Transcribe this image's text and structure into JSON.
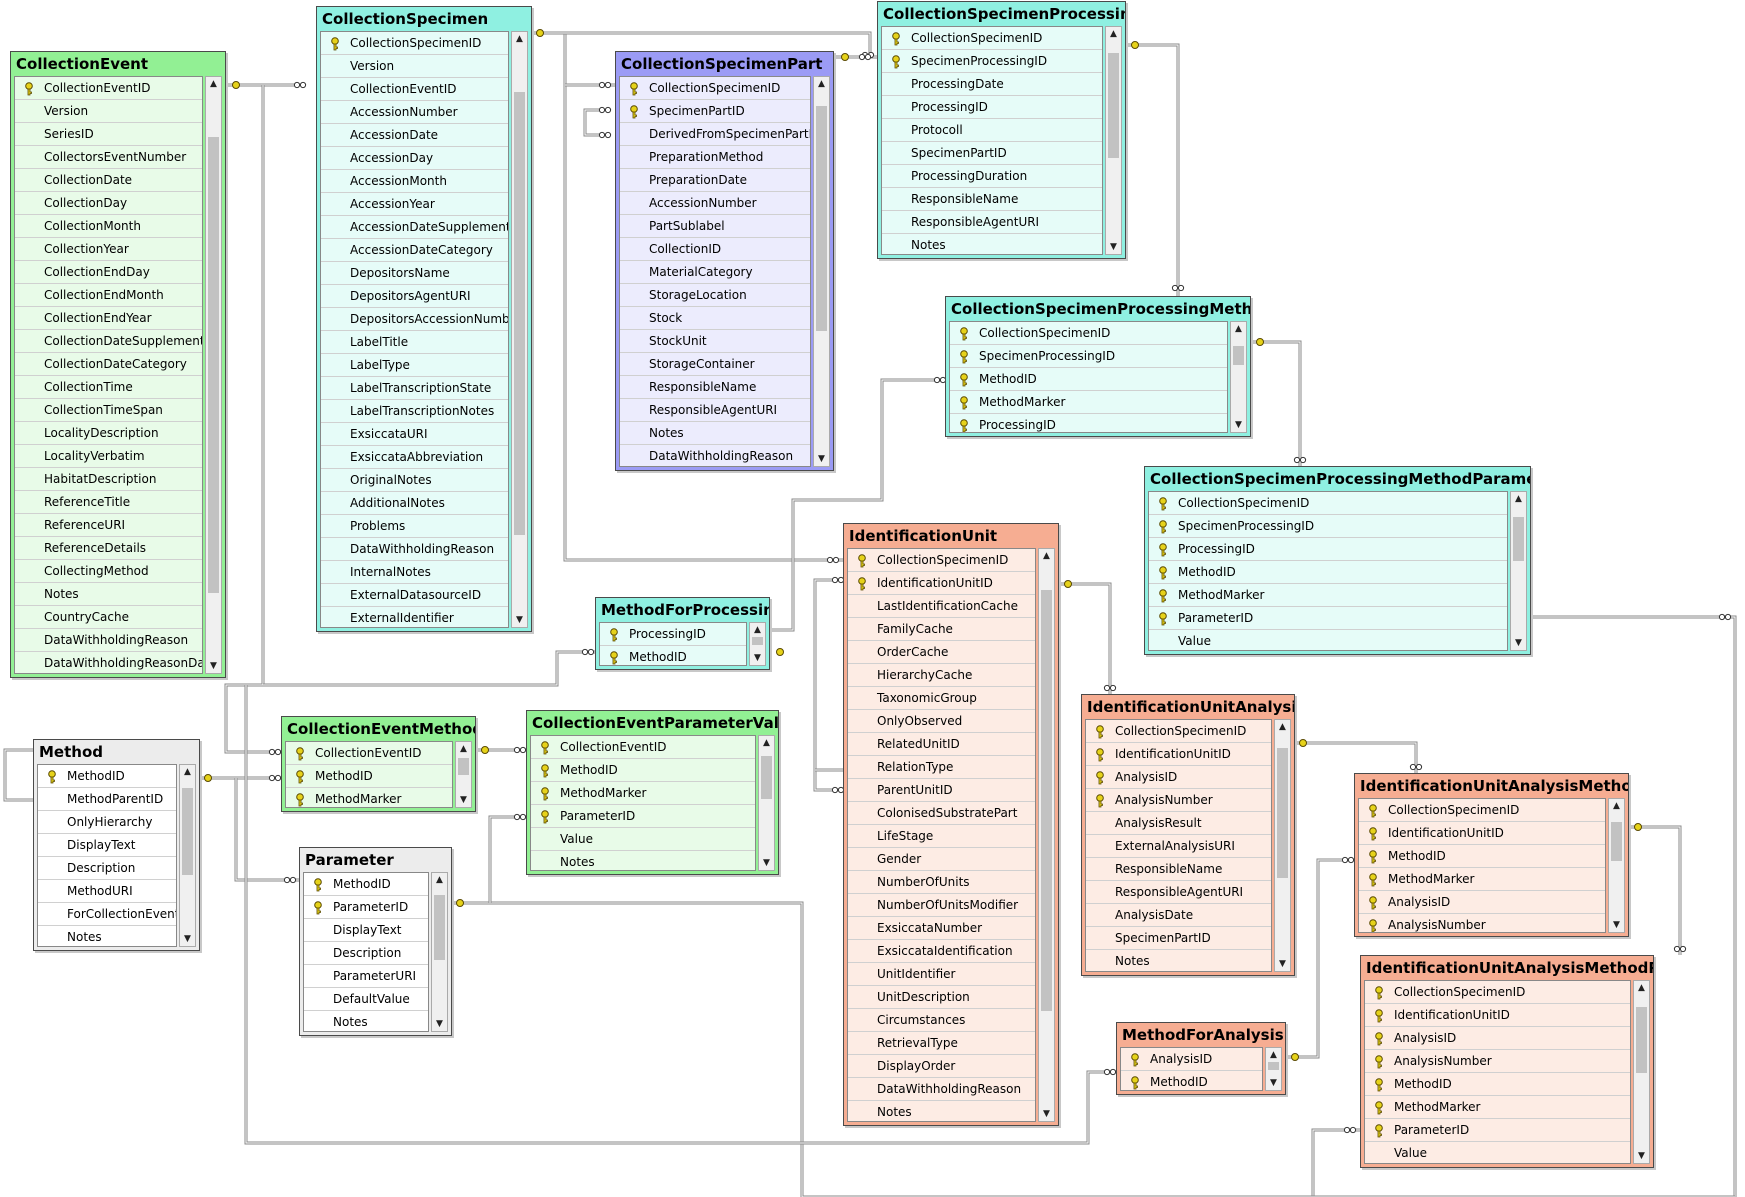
{
  "colors": {
    "green": "#92f094",
    "green_rows": "#e8fbe8",
    "cyan": "#8ff0e1",
    "cyan_rows": "#e6fcf8",
    "purple": "#9b9bf5",
    "purple_rows": "#ececfd",
    "salmon": "#f6ad92",
    "salmon_rows": "#fdece4",
    "gray": "#ececec",
    "gray_rows": "#ffffff",
    "key": "#e6d21a",
    "wire": "#8a8a8a"
  },
  "tables": [
    {
      "id": "CollectionEvent",
      "name": "CollectionEvent",
      "color": "green",
      "fields": [
        {
          "n": "CollectionEventID",
          "k": true
        },
        {
          "n": "Version"
        },
        {
          "n": "SeriesID"
        },
        {
          "n": "CollectorsEventNumber"
        },
        {
          "n": "CollectionDate"
        },
        {
          "n": "CollectionDay"
        },
        {
          "n": "CollectionMonth"
        },
        {
          "n": "CollectionYear"
        },
        {
          "n": "CollectionEndDay"
        },
        {
          "n": "CollectionEndMonth"
        },
        {
          "n": "CollectionEndYear"
        },
        {
          "n": "CollectionDateSupplement"
        },
        {
          "n": "CollectionDateCategory"
        },
        {
          "n": "CollectionTime"
        },
        {
          "n": "CollectionTimeSpan"
        },
        {
          "n": "LocalityDescription"
        },
        {
          "n": "LocalityVerbatim"
        },
        {
          "n": "HabitatDescription"
        },
        {
          "n": "ReferenceTitle"
        },
        {
          "n": "ReferenceURI"
        },
        {
          "n": "ReferenceDetails"
        },
        {
          "n": "CollectingMethod"
        },
        {
          "n": "Notes"
        },
        {
          "n": "CountryCache"
        },
        {
          "n": "DataWithholdingReason"
        },
        {
          "n": "DataWithholdingReasonDate"
        }
      ]
    },
    {
      "id": "CollectionSpecimen",
      "name": "CollectionSpecimen",
      "color": "cyan",
      "fields": [
        {
          "n": "CollectionSpecimenID",
          "k": true
        },
        {
          "n": "Version"
        },
        {
          "n": "CollectionEventID"
        },
        {
          "n": "AccessionNumber"
        },
        {
          "n": "AccessionDate"
        },
        {
          "n": "AccessionDay"
        },
        {
          "n": "AccessionMonth"
        },
        {
          "n": "AccessionYear"
        },
        {
          "n": "AccessionDateSupplement"
        },
        {
          "n": "AccessionDateCategory"
        },
        {
          "n": "DepositorsName"
        },
        {
          "n": "DepositorsAgentURI"
        },
        {
          "n": "DepositorsAccessionNumber"
        },
        {
          "n": "LabelTitle"
        },
        {
          "n": "LabelType"
        },
        {
          "n": "LabelTranscriptionState"
        },
        {
          "n": "LabelTranscriptionNotes"
        },
        {
          "n": "ExsiccataURI"
        },
        {
          "n": "ExsiccataAbbreviation"
        },
        {
          "n": "OriginalNotes"
        },
        {
          "n": "AdditionalNotes"
        },
        {
          "n": "Problems"
        },
        {
          "n": "DataWithholdingReason"
        },
        {
          "n": "InternalNotes"
        },
        {
          "n": "ExternalDatasourceID"
        },
        {
          "n": "ExternalIdentifier"
        }
      ]
    },
    {
      "id": "CollectionSpecimenPart",
      "name": "CollectionSpecimenPart",
      "color": "purple",
      "fields": [
        {
          "n": "CollectionSpecimenID",
          "k": true
        },
        {
          "n": "SpecimenPartID",
          "k": true
        },
        {
          "n": "DerivedFromSpecimenPartID"
        },
        {
          "n": "PreparationMethod"
        },
        {
          "n": "PreparationDate"
        },
        {
          "n": "AccessionNumber"
        },
        {
          "n": "PartSublabel"
        },
        {
          "n": "CollectionID"
        },
        {
          "n": "MaterialCategory"
        },
        {
          "n": "StorageLocation"
        },
        {
          "n": "Stock"
        },
        {
          "n": "StockUnit"
        },
        {
          "n": "StorageContainer"
        },
        {
          "n": "ResponsibleName"
        },
        {
          "n": "ResponsibleAgentURI"
        },
        {
          "n": "Notes"
        },
        {
          "n": "DataWithholdingReason"
        }
      ]
    },
    {
      "id": "CollectionSpecimenProcessing",
      "name": "CollectionSpecimenProcessing",
      "color": "cyan",
      "fields": [
        {
          "n": "CollectionSpecimenID",
          "k": true
        },
        {
          "n": "SpecimenProcessingID",
          "k": true
        },
        {
          "n": "ProcessingDate"
        },
        {
          "n": "ProcessingID"
        },
        {
          "n": "Protocoll"
        },
        {
          "n": "SpecimenPartID"
        },
        {
          "n": "ProcessingDuration"
        },
        {
          "n": "ResponsibleName"
        },
        {
          "n": "ResponsibleAgentURI"
        },
        {
          "n": "Notes"
        }
      ]
    },
    {
      "id": "CollectionSpecimenProcessingMethod",
      "name": "CollectionSpecimenProcessingMethod",
      "color": "cyan",
      "fields": [
        {
          "n": "CollectionSpecimenID",
          "k": true
        },
        {
          "n": "SpecimenProcessingID",
          "k": true
        },
        {
          "n": "MethodID",
          "k": true
        },
        {
          "n": "MethodMarker",
          "k": true
        },
        {
          "n": "ProcessingID",
          "k": true
        }
      ]
    },
    {
      "id": "CollectionSpecimenProcessingMethodParameter",
      "name": "CollectionSpecimenProcessingMethodParameter",
      "color": "cyan",
      "fields": [
        {
          "n": "CollectionSpecimenID",
          "k": true
        },
        {
          "n": "SpecimenProcessingID",
          "k": true
        },
        {
          "n": "ProcessingID",
          "k": true
        },
        {
          "n": "MethodID",
          "k": true
        },
        {
          "n": "MethodMarker",
          "k": true
        },
        {
          "n": "ParameterID",
          "k": true
        },
        {
          "n": "Value"
        }
      ]
    },
    {
      "id": "MethodForProcessing",
      "name": "MethodForProcessing",
      "color": "cyan",
      "fields": [
        {
          "n": "ProcessingID",
          "k": true
        },
        {
          "n": "MethodID",
          "k": true
        }
      ]
    },
    {
      "id": "IdentificationUnit",
      "name": "IdentificationUnit",
      "color": "salmon",
      "fields": [
        {
          "n": "CollectionSpecimenID",
          "k": true
        },
        {
          "n": "IdentificationUnitID",
          "k": true
        },
        {
          "n": "LastIdentificationCache"
        },
        {
          "n": "FamilyCache"
        },
        {
          "n": "OrderCache"
        },
        {
          "n": "HierarchyCache"
        },
        {
          "n": "TaxonomicGroup"
        },
        {
          "n": "OnlyObserved"
        },
        {
          "n": "RelatedUnitID"
        },
        {
          "n": "RelationType"
        },
        {
          "n": "ParentUnitID"
        },
        {
          "n": "ColonisedSubstratePart"
        },
        {
          "n": "LifeStage"
        },
        {
          "n": "Gender"
        },
        {
          "n": "NumberOfUnits"
        },
        {
          "n": "NumberOfUnitsModifier"
        },
        {
          "n": "ExsiccataNumber"
        },
        {
          "n": "ExsiccataIdentification"
        },
        {
          "n": "UnitIdentifier"
        },
        {
          "n": "UnitDescription"
        },
        {
          "n": "Circumstances"
        },
        {
          "n": "RetrievalType"
        },
        {
          "n": "DisplayOrder"
        },
        {
          "n": "DataWithholdingReason"
        },
        {
          "n": "Notes"
        }
      ]
    },
    {
      "id": "IdentificationUnitAnalysis",
      "name": "IdentificationUnitAnalysis",
      "color": "salmon",
      "fields": [
        {
          "n": "CollectionSpecimenID",
          "k": true
        },
        {
          "n": "IdentificationUnitID",
          "k": true
        },
        {
          "n": "AnalysisID",
          "k": true
        },
        {
          "n": "AnalysisNumber",
          "k": true
        },
        {
          "n": "AnalysisResult"
        },
        {
          "n": "ExternalAnalysisURI"
        },
        {
          "n": "ResponsibleName"
        },
        {
          "n": "ResponsibleAgentURI"
        },
        {
          "n": "AnalysisDate"
        },
        {
          "n": "SpecimenPartID"
        },
        {
          "n": "Notes"
        }
      ]
    },
    {
      "id": "IdentificationUnitAnalysisMethod",
      "name": "IdentificationUnitAnalysisMethod",
      "color": "salmon",
      "fields": [
        {
          "n": "CollectionSpecimenID",
          "k": true
        },
        {
          "n": "IdentificationUnitID",
          "k": true
        },
        {
          "n": "MethodID",
          "k": true
        },
        {
          "n": "MethodMarker",
          "k": true
        },
        {
          "n": "AnalysisID",
          "k": true
        },
        {
          "n": "AnalysisNumber",
          "k": true
        }
      ]
    },
    {
      "id": "IdentificationUnitAnalysisMethodParameter",
      "name": "IdentificationUnitAnalysisMethodParameter",
      "color": "salmon",
      "fields": [
        {
          "n": "CollectionSpecimenID",
          "k": true
        },
        {
          "n": "IdentificationUnitID",
          "k": true
        },
        {
          "n": "AnalysisID",
          "k": true
        },
        {
          "n": "AnalysisNumber",
          "k": true
        },
        {
          "n": "MethodID",
          "k": true
        },
        {
          "n": "MethodMarker",
          "k": true
        },
        {
          "n": "ParameterID",
          "k": true
        },
        {
          "n": "Value"
        }
      ]
    },
    {
      "id": "MethodForAnalysis",
      "name": "MethodForAnalysis",
      "color": "salmon",
      "fields": [
        {
          "n": "AnalysisID",
          "k": true
        },
        {
          "n": "MethodID",
          "k": true
        }
      ]
    },
    {
      "id": "CollectionEventMethod",
      "name": "CollectionEventMethod",
      "color": "green",
      "fields": [
        {
          "n": "CollectionEventID",
          "k": true
        },
        {
          "n": "MethodID",
          "k": true
        },
        {
          "n": "MethodMarker",
          "k": true
        }
      ]
    },
    {
      "id": "CollectionEventParameterValue",
      "name": "CollectionEventParameterValue",
      "color": "green",
      "fields": [
        {
          "n": "CollectionEventID",
          "k": true
        },
        {
          "n": "MethodID",
          "k": true
        },
        {
          "n": "MethodMarker",
          "k": true
        },
        {
          "n": "ParameterID",
          "k": true
        },
        {
          "n": "Value"
        },
        {
          "n": "Notes"
        }
      ]
    },
    {
      "id": "Method",
      "name": "Method",
      "color": "gray",
      "fields": [
        {
          "n": "MethodID",
          "k": true
        },
        {
          "n": "MethodParentID"
        },
        {
          "n": "OnlyHierarchy"
        },
        {
          "n": "DisplayText"
        },
        {
          "n": "Description"
        },
        {
          "n": "MethodURI"
        },
        {
          "n": "ForCollectionEvent"
        },
        {
          "n": "Notes"
        }
      ]
    },
    {
      "id": "Parameter",
      "name": "Parameter",
      "color": "gray",
      "fields": [
        {
          "n": "MethodID",
          "k": true
        },
        {
          "n": "ParameterID",
          "k": true
        },
        {
          "n": "DisplayText"
        },
        {
          "n": "Description"
        },
        {
          "n": "ParameterURI"
        },
        {
          "n": "DefaultValue"
        },
        {
          "n": "Notes"
        }
      ]
    }
  ]
}
